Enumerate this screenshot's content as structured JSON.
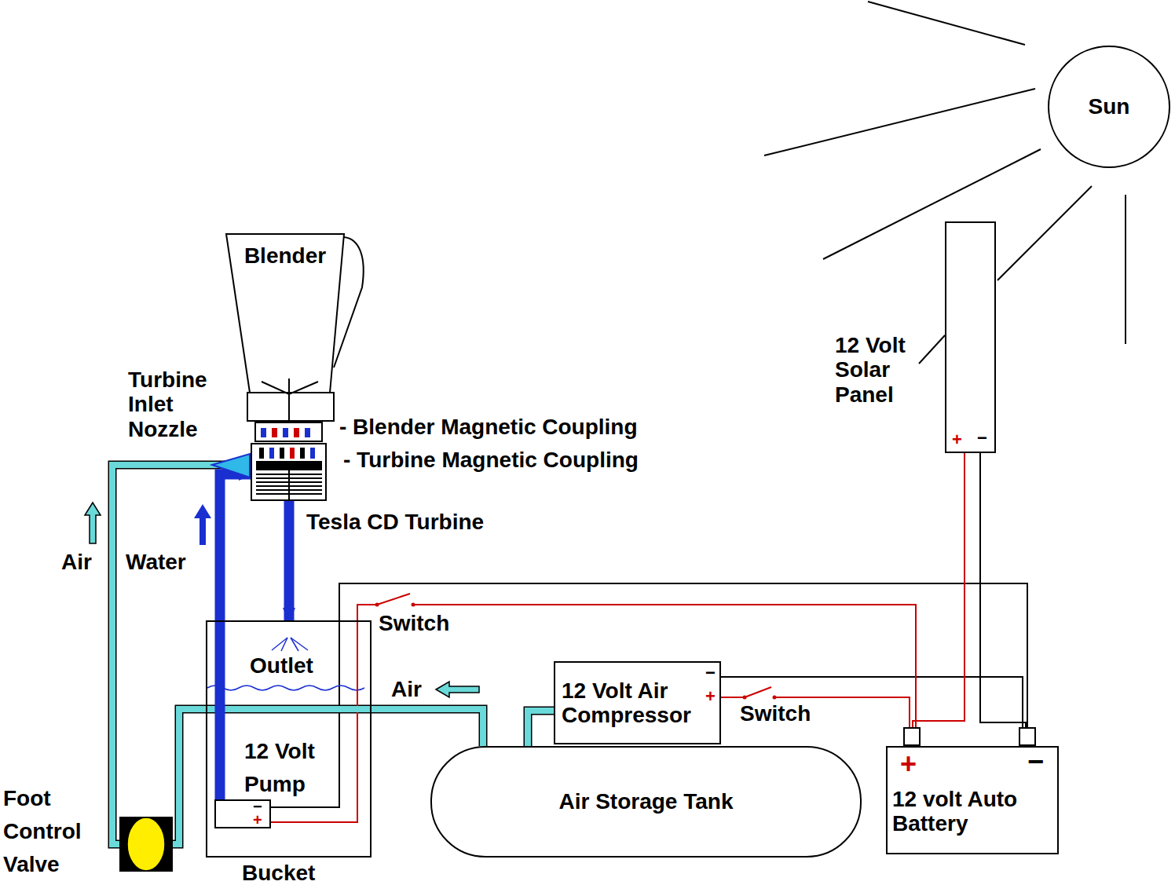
{
  "diagram": {
    "nodes": [
      {
        "text": [
          "Sun"
        ]
      },
      {
        "text": [
          "12 Volt Solar Panel"
        ]
      },
      {
        "text": [
          "Blender"
        ]
      },
      {
        "text": [
          "Tesla CD Turbine"
        ]
      },
      {
        "text": [
          "Bucket"
        ]
      },
      {
        "text": [
          "12 Volt Pump"
        ],
        "in": 4
      },
      {
        "text": [
          "12 Volt Air Compressor"
        ]
      },
      {
        "text": [
          "Air Storage Tank"
        ]
      },
      {
        "text": [
          "12 volt Auto Battery"
        ]
      },
      {
        "text": [
          "Foot Control Valve"
        ]
      }
    ],
    "edges": [
      {
        "from": 1,
        "to": 8,
        "arrow": "none"
      },
      {
        "from": 8,
        "to": 5,
        "arrow": "none"
      },
      {
        "from": 8,
        "to": 6,
        "arrow": "none"
      },
      {
        "from": 6,
        "to": 7,
        "arrow": "none"
      },
      {
        "from": 7,
        "to": 9,
        "arrow": "none"
      },
      {
        "from": 9,
        "to": 3,
        "arrow": "to"
      },
      {
        "from": 5,
        "to": 3,
        "arrow": "to"
      },
      {
        "from": 3,
        "to": 4,
        "arrow": "to"
      }
    ],
    "labels": [
      "Turbine Inlet Nozzle",
      "- Blender Magnetic Coupling",
      "- Turbine Magnetic Coupling",
      "Air",
      "Water",
      "Switch",
      "Outlet",
      "Air",
      "Switch",
      "+",
      "−",
      "−",
      "+",
      "−",
      "+",
      "+",
      "−"
    ]
  }
}
